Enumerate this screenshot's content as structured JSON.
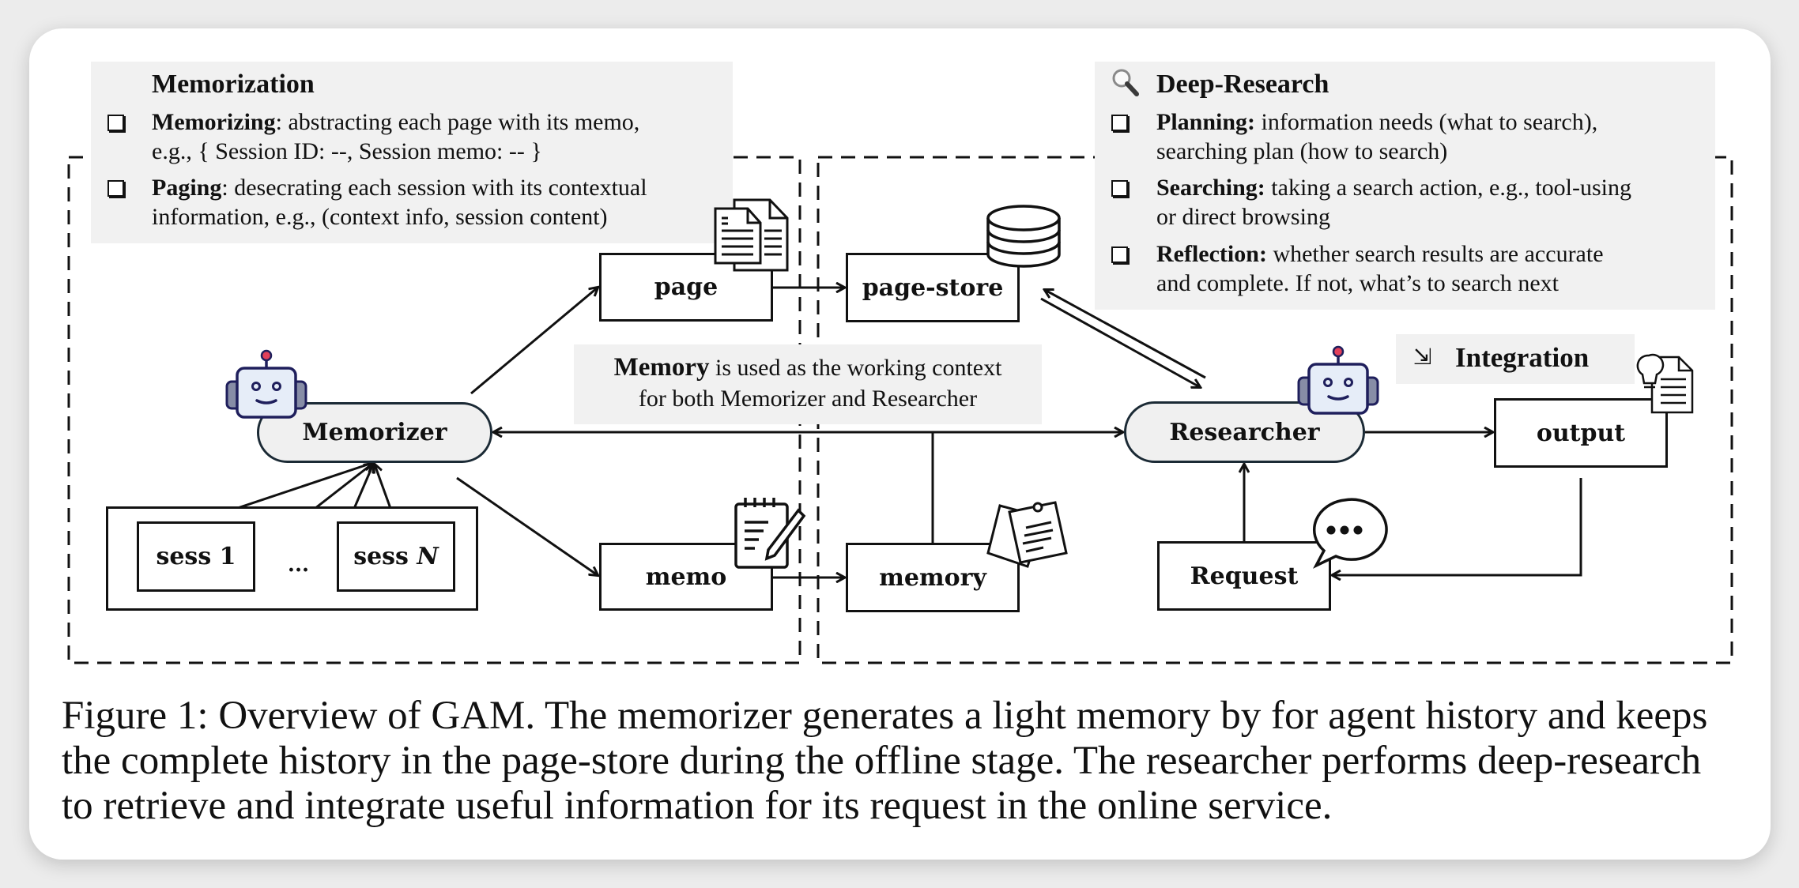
{
  "memorization_panel": {
    "title": "Memorization",
    "items": [
      {
        "term": "Memorizing",
        "sep": ": ",
        "line1": "abstracting each page with its memo,",
        "line2": "e.g., { Session ID: --, Session memo: -- }"
      },
      {
        "term": "Paging",
        "sep": ": ",
        "line1": "desecrating each session with its contextual",
        "line2": "information, e.g., (context info, session content)"
      }
    ]
  },
  "deep_research_panel": {
    "icon": "magnifier-icon",
    "title": "Deep-Research",
    "items": [
      {
        "term": "Planning:",
        "line1": " information needs (what to search),",
        "line2": "searching plan (how to search)"
      },
      {
        "term": "Searching:",
        "line1": " taking a search action, e.g., tool-using",
        "line2": "or direct browsing"
      },
      {
        "term": "Reflection:",
        "line1": " whether search results are accurate",
        "line2": "and complete. If not, what’s to search next"
      }
    ]
  },
  "integration_label": {
    "icon": "arrow-down-right-icon",
    "glyph": "⇲",
    "text": "Integration"
  },
  "memory_note": {
    "bold": "Memory",
    "line1_rest": " is used as the working context",
    "line2": "for both Memorizer and Researcher"
  },
  "nodes": {
    "memorizer": "Memorizer",
    "researcher": "Researcher",
    "page": "page",
    "page_store": "page-store",
    "memo": "memo",
    "memory": "memory",
    "output": "output",
    "request": "Request",
    "sess_first": "sess 1",
    "sess_last_prefix": "sess ",
    "sess_last_var": "N",
    "ellipsis": "..."
  },
  "colors": {
    "panel_bg": "#f1f1f1",
    "pill_bg": "#f0f0f0",
    "robot_outline": "#1f1f5c",
    "robot_face": "#e6edf8",
    "robot_ear": "#878da6",
    "robot_antenna": "#e2405a"
  },
  "caption": {
    "line1": "Figure 1: Overview of GAM. The memorizer generates a light memory by for agent history and keeps",
    "line2": "the complete history in the page-store during the offline stage. The researcher performs deep-research",
    "line3": "to retrieve and integrate useful information for its request in the online service."
  }
}
